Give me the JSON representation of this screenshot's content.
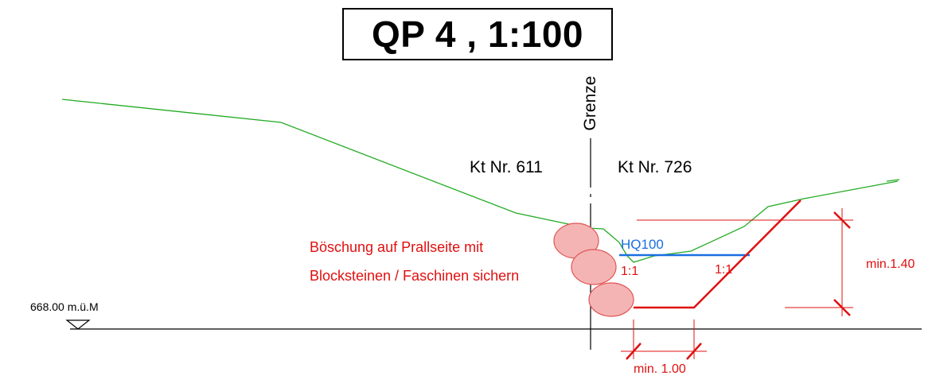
{
  "title": "QP 4 , 1:100",
  "boundary_label": "Grenze",
  "parcel_left": "Kt Nr. 611",
  "parcel_right": "Kt Nr. 726",
  "water_level_label": "HQ100",
  "note_line1": "Böschung auf Prallseite mit",
  "note_line2": "Blocksteinen / Faschinen sichern",
  "slope_left": "1:1",
  "slope_right": "1:1",
  "dim_height": "min.1.40",
  "dim_width": "min. 1.00",
  "reference_level": "668.00 m.ü.M",
  "colors": {
    "terrain": "#22aa22",
    "design": "#e01010",
    "water": "#1a6fe0",
    "rock_fill": "#f5b4b4",
    "rock_stroke": "#e05555",
    "line": "#000000"
  }
}
